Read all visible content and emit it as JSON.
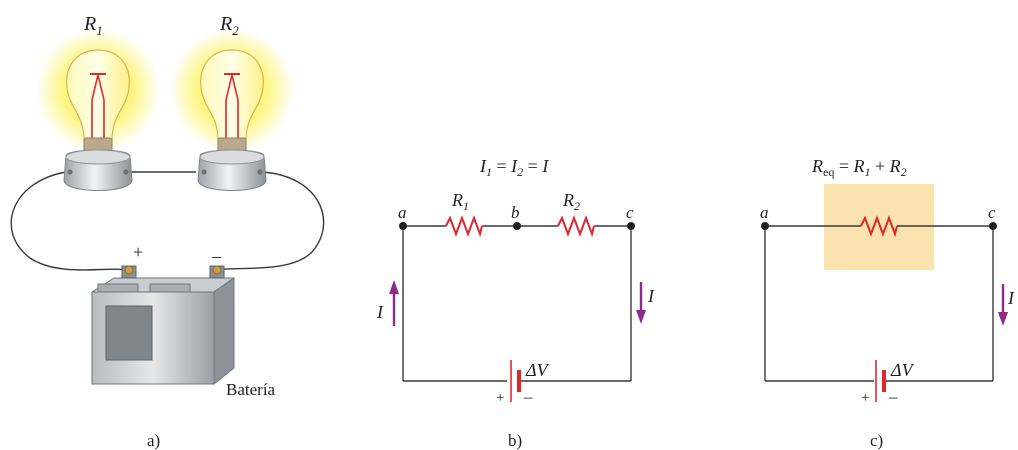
{
  "panel_a": {
    "bulb1": {
      "name": "R",
      "sub": "1"
    },
    "bulb2": {
      "name": "R",
      "sub": "2"
    },
    "plus": "+",
    "minus": "–",
    "battery": "Batería",
    "caption": "a)"
  },
  "panel_b": {
    "equation": {
      "i1": "I",
      "s1": "1",
      "eq1": " = ",
      "i2": "I",
      "s2": "2",
      "eq2": " = ",
      "i3": "I"
    },
    "node_a": "a",
    "node_b": "b",
    "node_c": "c",
    "r1": {
      "name": "R",
      "sub": "1"
    },
    "r2": {
      "name": "R",
      "sub": "2"
    },
    "current_left": "I",
    "current_right": "I",
    "emf": "ΔV",
    "plus": "+",
    "minus": "–",
    "caption": "b)"
  },
  "panel_c": {
    "equation": {
      "r": "R",
      "eq_sub": "eq",
      "eq1": " = ",
      "r1": "R",
      "s1": "1",
      "plus": " + ",
      "r2": "R",
      "s2": "2"
    },
    "node_a": "a",
    "node_c": "c",
    "current_right": "I",
    "emf": "ΔV",
    "plus": "+",
    "minus": "–",
    "caption": "c)"
  },
  "colors": {
    "wire": "#3a3a3a",
    "resistor": "#e0262b",
    "current_arrow": "#8e2a8e",
    "req_box": "#fbe3b0",
    "glow": "#fff36a"
  }
}
